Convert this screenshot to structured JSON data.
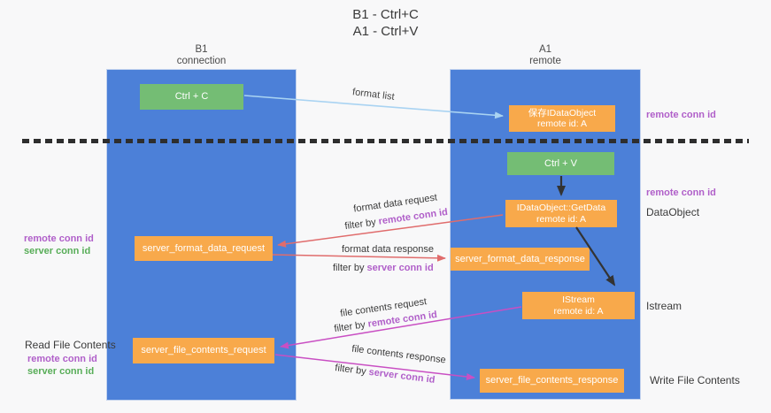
{
  "title": {
    "line1": "B1 - Ctrl+C",
    "line2": "A1 - Ctrl+V"
  },
  "columns": {
    "left": {
      "name": "B1",
      "type": "connection"
    },
    "right": {
      "name": "A1",
      "type": "remote"
    }
  },
  "boxes": {
    "ctrl_c": {
      "label": "Ctrl + C"
    },
    "ctrl_v": {
      "label": "Ctrl + V"
    },
    "save_dataobject": {
      "line1": "保存IDataObject",
      "line2": "remote id: A"
    },
    "getdata": {
      "line1": "IDataObject::GetData",
      "line2": "remote id: A"
    },
    "istream": {
      "line1": "IStream",
      "line2": "remote id: A"
    },
    "server_format_data_request": {
      "label": "server_format_data_request"
    },
    "server_format_data_response": {
      "label": "server_format_data_response"
    },
    "server_file_contents_request": {
      "label": "server_file_contents_request"
    },
    "server_file_contents_response": {
      "label": "server_file_contents_response"
    }
  },
  "labels": {
    "format_list": "format list",
    "format_data_request": "format data request",
    "format_data_response": "format data response",
    "file_contents_request": "file contents request",
    "file_contents_response": "file contents response",
    "filter_by": "filter by ",
    "remote_conn_id": "remote conn id",
    "server_conn_id": "server conn id",
    "read_file_contents": "Read File Contents",
    "write_file_contents": "Write File Contents",
    "dataobject": "DataObject",
    "istream": "Istream"
  },
  "colors": {
    "bg": "#f8f8f9",
    "column-blue": "#4c80d8",
    "box-green": "#74bd74",
    "box-orange": "#f8a94b",
    "box-text": "#ffffff",
    "text-dark": "#333333",
    "purple": "#b05fc9",
    "green-label": "#58ad58",
    "arrow-blue": "#a9d3f2",
    "arrow-black": "#333333",
    "arrow-red": "#e06c6c",
    "arrow-magenta": "#c94fc3",
    "dash": "#2e2e2e"
  }
}
